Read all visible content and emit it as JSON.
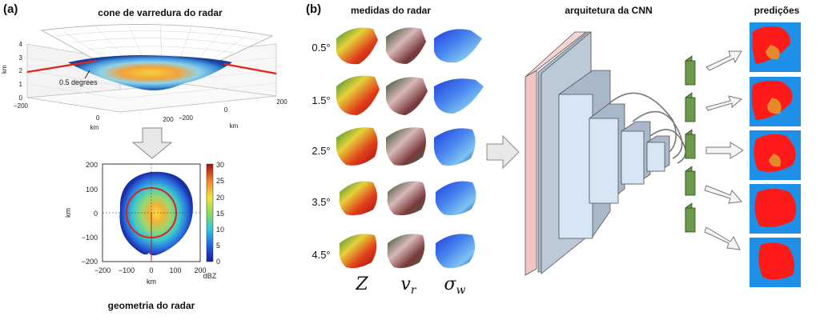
{
  "panel_a": {
    "label": "(a)",
    "cone_title": "cone de varredura do radar",
    "cone_annotation": "0.5 degrees",
    "cone_zaxis_label": "km",
    "cone_zaxis_ticks": [
      "0",
      "1",
      "2",
      "3",
      "4"
    ],
    "cone_xaxis_ticks": [
      "−200",
      "0",
      "200"
    ],
    "cone_xaxis_label": "km",
    "cone_yaxis_ticks": [
      "200",
      "0",
      "−200"
    ],
    "cone_yaxis_label": "km",
    "map_title": "geometria do radar",
    "map_xticks": [
      "−200",
      "−100",
      "0",
      "100",
      "200"
    ],
    "map_yticks": [
      "200",
      "100",
      "0",
      "−100",
      "−200"
    ],
    "map_xlabel": "km",
    "map_ylabel": "km",
    "colorbar_ticks": [
      "30",
      "25",
      "20",
      "15",
      "10",
      "5",
      "0"
    ],
    "colorbar_unit": "dBZ"
  },
  "panel_b": {
    "label": "(b)",
    "measures_title": "medidas do radar",
    "elevations": [
      "0.5°",
      "1.5°",
      "2.5°",
      "3.5°",
      "4.5°"
    ],
    "variables": [
      {
        "symbol": "Z",
        "sub": ""
      },
      {
        "symbol": "v",
        "sub": "r"
      },
      {
        "symbol": "σ",
        "sub": "w"
      }
    ],
    "cnn_title": "arquitetura da CNN",
    "predictions_title": "predições"
  },
  "colors": {
    "cone_red": "#e0251b",
    "cnn_pink": "#f2c4c4",
    "cnn_blue": "#d6e6f4",
    "cnn_side": "#a9b8c8",
    "green_block": "#6a9a4a",
    "pred_blue": "#1e90e8",
    "pred_red": "#ff1a1a",
    "pred_orange": "#e58a2a"
  }
}
